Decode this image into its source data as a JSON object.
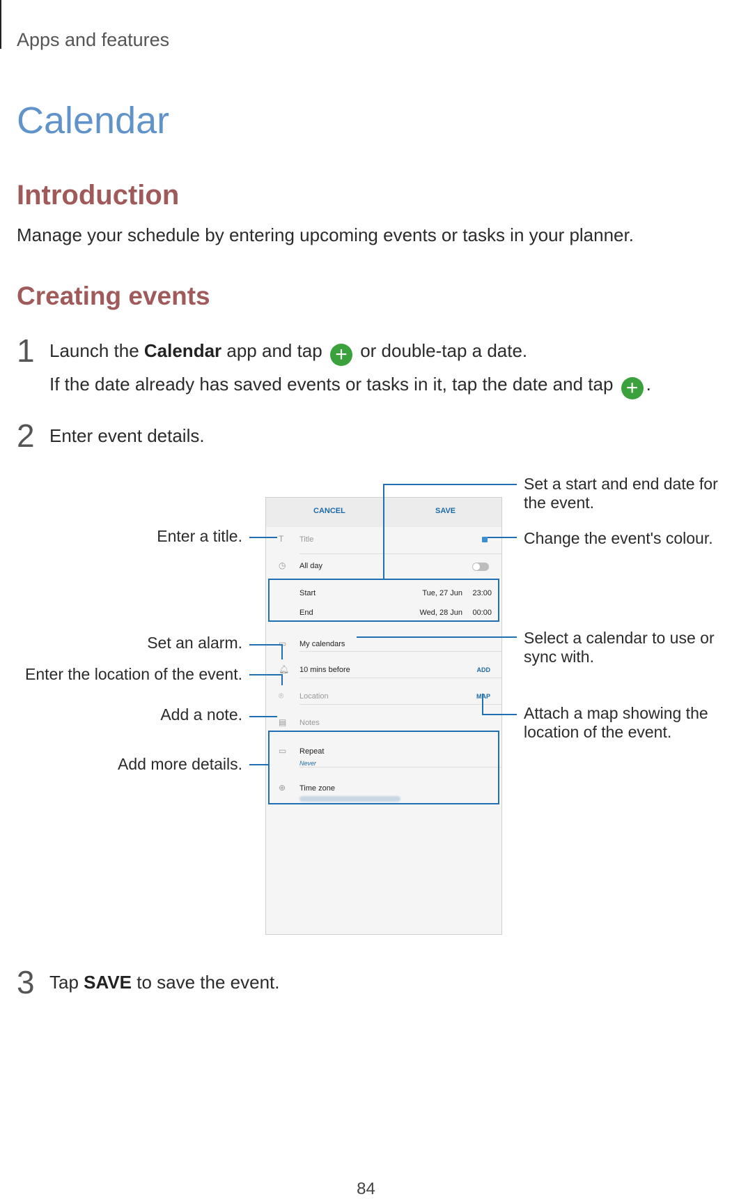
{
  "header": {
    "section": "Apps and features"
  },
  "title": "Calendar",
  "intro": {
    "heading": "Introduction",
    "text": "Manage your schedule by entering upcoming events or tasks in your planner."
  },
  "creating": {
    "heading": "Creating events"
  },
  "steps": {
    "s1": {
      "num": "1",
      "a": "Launch the ",
      "bold": "Calendar",
      "b": " app and tap ",
      "c": " or double-tap a date.",
      "sub_a": "If the date already has saved events or tasks in it, tap the date and tap ",
      "sub_b": "."
    },
    "s2": {
      "num": "2",
      "text": "Enter event details."
    },
    "s3": {
      "num": "3",
      "a": "Tap ",
      "bold": "SAVE",
      "b": " to save the event."
    }
  },
  "icons": {
    "add": "plus-circle-icon",
    "add_color": "#3aa13c"
  },
  "callouts": {
    "date": "Set a start and end date for the event.",
    "title": "Enter a title.",
    "colour": "Change the event's colour.",
    "alarm": "Set an alarm.",
    "location": "Enter the location of the event.",
    "calendar": "Select a calendar to use or sync with.",
    "note": "Add a note.",
    "map": "Attach a map showing the location of the event.",
    "more": "Add more details."
  },
  "phone": {
    "cancel": "CANCEL",
    "save": "SAVE",
    "title_placeholder": "Title",
    "all_day": "All day",
    "start_label": "Start",
    "start_date": "Tue, 27 Jun",
    "start_time": "23:00",
    "end_label": "End",
    "end_date": "Wed, 28 Jun",
    "end_time": "00:00",
    "my_calendars": "My calendars",
    "alarm": "10 mins before",
    "add": "ADD",
    "location": "Location",
    "map": "MAP",
    "notes": "Notes",
    "repeat": "Repeat",
    "repeat_value": "Never",
    "time_zone": "Time zone"
  },
  "page_number": "84"
}
